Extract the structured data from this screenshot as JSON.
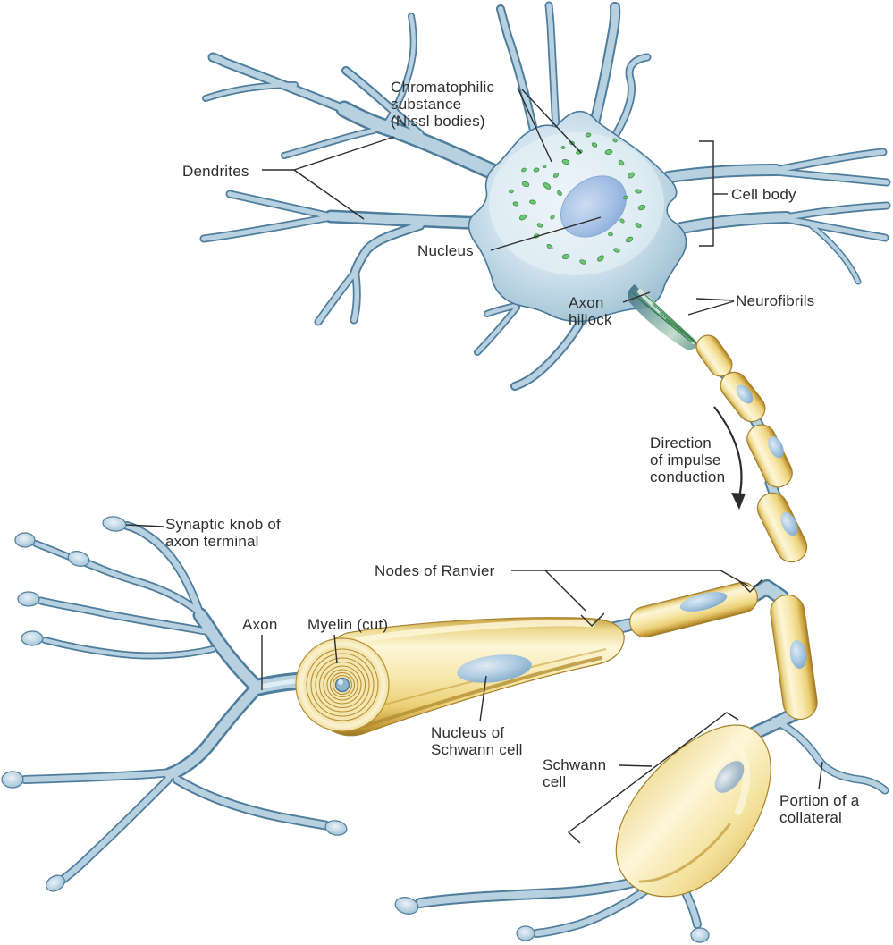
{
  "labels": {
    "chromatophilic": "Chromatophilic\nsubstance\n(Nissl bodies)",
    "dendrites": "Dendrites",
    "nucleus": "Nucleus",
    "cell_body": "Cell body",
    "axon_hillock": "Axon\nhillock",
    "neurofibrils": "Neurofibrils",
    "direction": "Direction\nof impulse\nconduction",
    "synaptic_knob": "Synaptic knob of\naxon terminal",
    "axon": "Axon",
    "myelin_cut": "Myelin (cut)",
    "nodes_of_ranvier": "Nodes of Ranvier",
    "nucleus_schwann": "Nucleus of\nSchwann cell",
    "schwann_cell": "Schwann\ncell",
    "collateral": "Portion of a\ncollateral"
  },
  "palette": {
    "background": "#ffffff",
    "neuron_blue_fill": "#b7d1e1",
    "neuron_blue_edge": "#4f7d9c",
    "cell_nucleus_blue": "#8fb3de",
    "nissl_green": "#6ec871",
    "neurofibril_green": "#2f7d46",
    "myelin_yellow": "#f7e8ad",
    "myelin_shadow": "#c49a3a",
    "schwann_nucleus_blue": "#a9c9e2",
    "leader_line": "#2b2b2b"
  }
}
